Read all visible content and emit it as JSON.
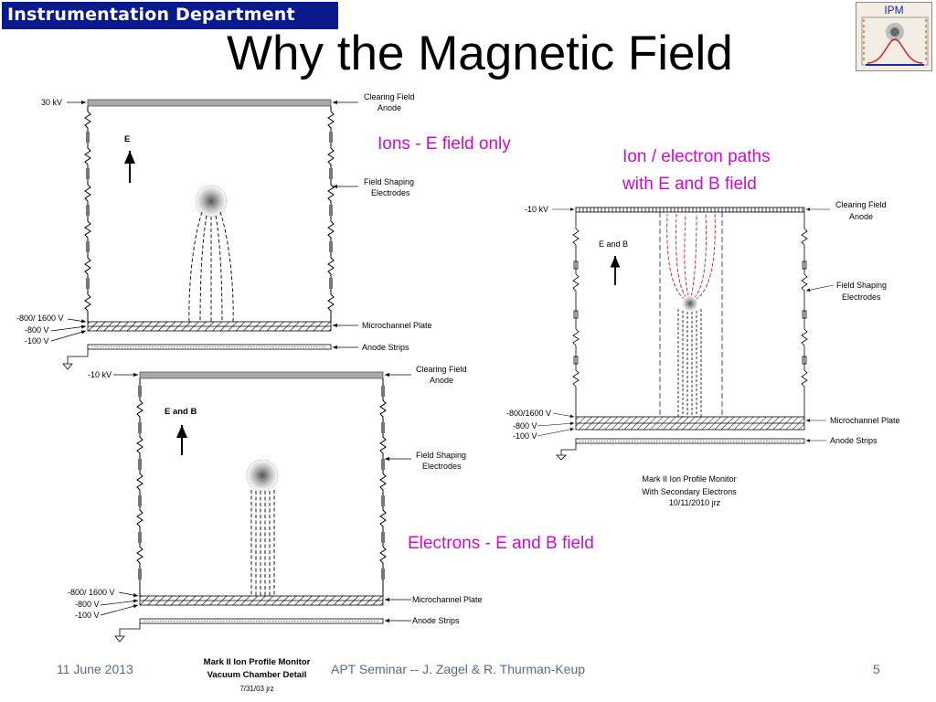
{
  "header": {
    "department": "Instrumentation Department",
    "title": "Why the Magnetic Field",
    "logo_text": "IPM"
  },
  "diagram_top_left": {
    "top_voltage": "30 kV",
    "clearing_field_anode": [
      "Clearing Field",
      "Anode"
    ],
    "field_label": "E",
    "field_shaping_electrodes": [
      "Field Shaping",
      "Electrodes"
    ],
    "mcp_voltage_1": "-800/ 1600 V",
    "mcp_voltage_2": "-800 V",
    "mcp_voltage_3": "-100 V",
    "microchannel_plate": "Microchannel Plate",
    "anode_strips": "Anode Strips"
  },
  "diagram_bottom_left": {
    "top_voltage": "-10 kV",
    "clearing_field_anode": [
      "Clearing Field",
      "Anode"
    ],
    "field_label": "E and B",
    "field_shaping_electrodes": [
      "Field Shaping",
      "Electrodes"
    ],
    "mcp_voltage_1": "-800/ 1600 V",
    "mcp_voltage_2": "-800 V",
    "mcp_voltage_3": "-100 V",
    "microchannel_plate": "Microchannel Plate",
    "anode_strips": "Anode Strips",
    "credit": [
      "Mark II Ion Profile Monitor",
      "Vacuum Chamber Detail",
      "7/31/03 jrz"
    ]
  },
  "diagram_right": {
    "top_voltage": "-10 kV",
    "clearing_field_anode": [
      "Clearing Field",
      "Anode"
    ],
    "field_label": "E and B",
    "field_shaping_electrodes": [
      "Field Shaping",
      "Electrodes"
    ],
    "mcp_voltage_1": "-800/1600 V",
    "mcp_voltage_2": "-800 V",
    "mcp_voltage_3": "-100 V",
    "microchannel_plate": "Microchannel Plate",
    "anode_strips": "Anode Strips",
    "caption": [
      "Mark II Ion Profile Monitor",
      "With Secondary Electrons",
      "10/11/2010 jrz"
    ]
  },
  "captions": {
    "ions": "Ions - E field only",
    "ion_electron_line1": "Ion / electron paths",
    "ion_electron_line2": "with E and B field",
    "electrons": "Electrons - E and B field"
  },
  "footer": {
    "date": "11 June 2013",
    "seminar": "APT Seminar  --  J. Zagel & R. Thurman-Keup",
    "page_number": "5"
  },
  "colors": {
    "banner": "#0a1a8c",
    "caption_magenta": "#cc0ccc",
    "ion_path": "#d01a2a",
    "electron_boundary": "#3a46d8"
  }
}
